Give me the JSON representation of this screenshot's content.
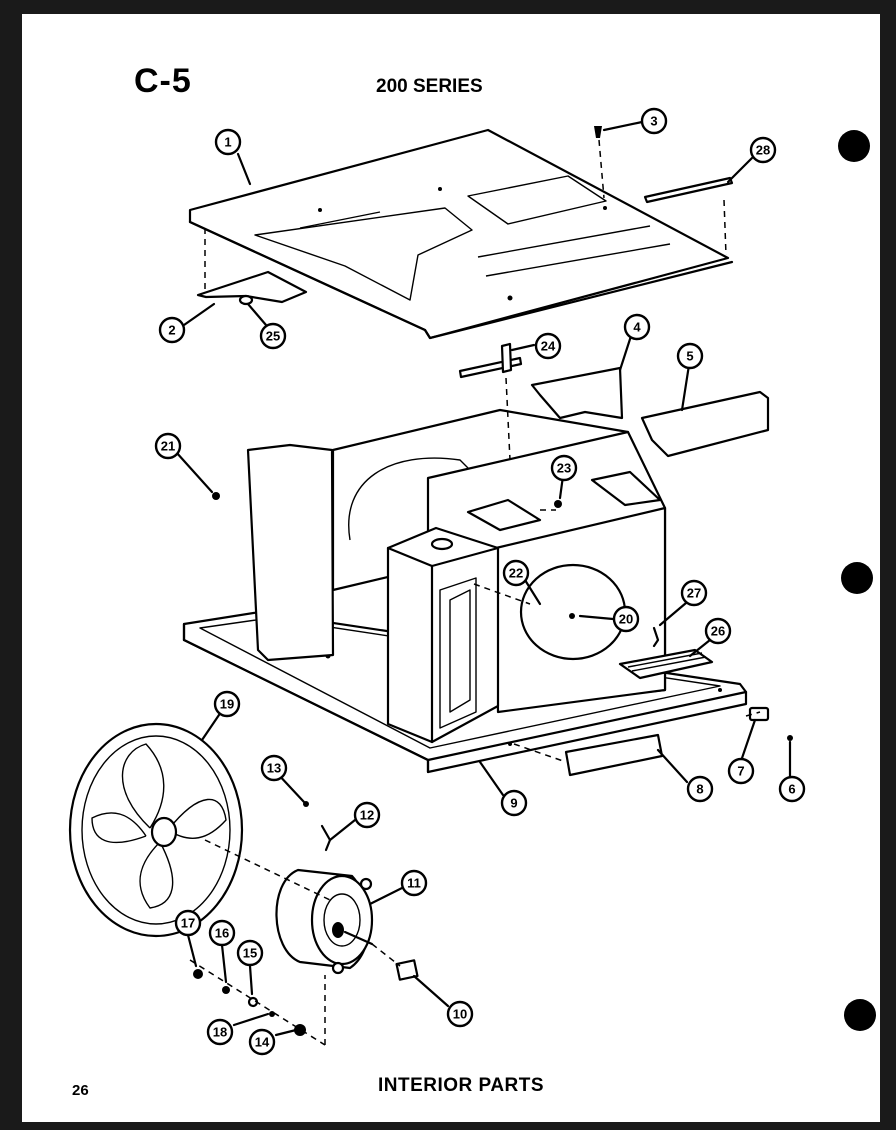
{
  "header": {
    "page_code": "C-5",
    "series": "200 SERIES"
  },
  "footer": {
    "page_number": "26",
    "caption": "INTERIOR PARTS"
  },
  "callouts": [
    {
      "id": "c1",
      "label": "1"
    },
    {
      "id": "c2",
      "label": "2"
    },
    {
      "id": "c3",
      "label": "3"
    },
    {
      "id": "c4",
      "label": "4"
    },
    {
      "id": "c5",
      "label": "5"
    },
    {
      "id": "c6",
      "label": "6"
    },
    {
      "id": "c7",
      "label": "7"
    },
    {
      "id": "c8",
      "label": "8"
    },
    {
      "id": "c9",
      "label": "9"
    },
    {
      "id": "c10",
      "label": "10"
    },
    {
      "id": "c11",
      "label": "11"
    },
    {
      "id": "c12",
      "label": "12"
    },
    {
      "id": "c13",
      "label": "13"
    },
    {
      "id": "c14",
      "label": "14"
    },
    {
      "id": "c15",
      "label": "15"
    },
    {
      "id": "c16",
      "label": "16"
    },
    {
      "id": "c17",
      "label": "17"
    },
    {
      "id": "c18",
      "label": "18"
    },
    {
      "id": "c19",
      "label": "19"
    },
    {
      "id": "c20",
      "label": "20"
    },
    {
      "id": "c21",
      "label": "21"
    },
    {
      "id": "c22",
      "label": "22"
    },
    {
      "id": "c23",
      "label": "23"
    },
    {
      "id": "c24",
      "label": "24"
    },
    {
      "id": "c25",
      "label": "25"
    },
    {
      "id": "c26",
      "label": "26"
    },
    {
      "id": "c27",
      "label": "27"
    },
    {
      "id": "c28",
      "label": "28"
    }
  ]
}
